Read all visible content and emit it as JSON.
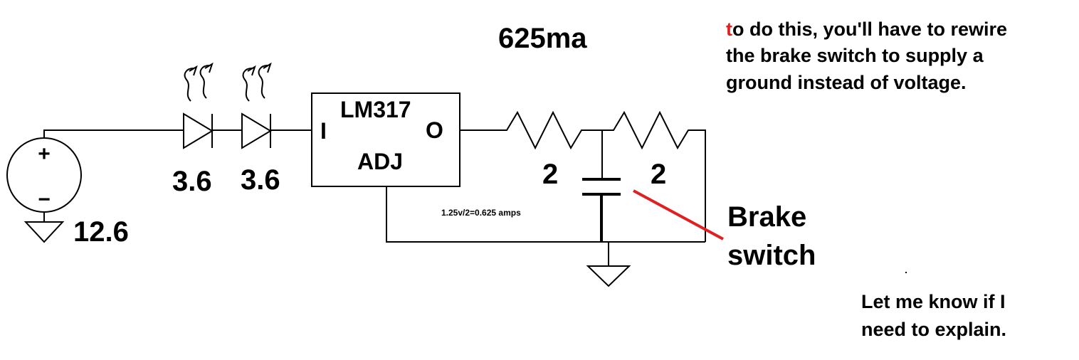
{
  "current_label": "625ma",
  "source": {
    "voltage": "12.6",
    "plus": "+",
    "minus": "−"
  },
  "leds": [
    {
      "value": "3.6"
    },
    {
      "value": "3.6"
    }
  ],
  "regulator": {
    "name": "LM317",
    "input_pin": "I",
    "output_pin": "O",
    "adjust_pin": "ADJ"
  },
  "resistors": [
    {
      "value": "2"
    },
    {
      "value": "2"
    }
  ],
  "formula": "1.25v/2=0.625 amps",
  "switch_label": {
    "line1": "Brake",
    "line2": "switch"
  },
  "note": {
    "first_letter": "t",
    "line1_rest": "o do this, you'll have to rewire",
    "line2": "the brake switch to supply a",
    "line3": "ground instead of voltage."
  },
  "footer": {
    "line1": "Let me know if I",
    "line2": "need to explain."
  },
  "colors": {
    "accent": "#e02020",
    "wire": "#000000",
    "background": "#ffffff"
  }
}
